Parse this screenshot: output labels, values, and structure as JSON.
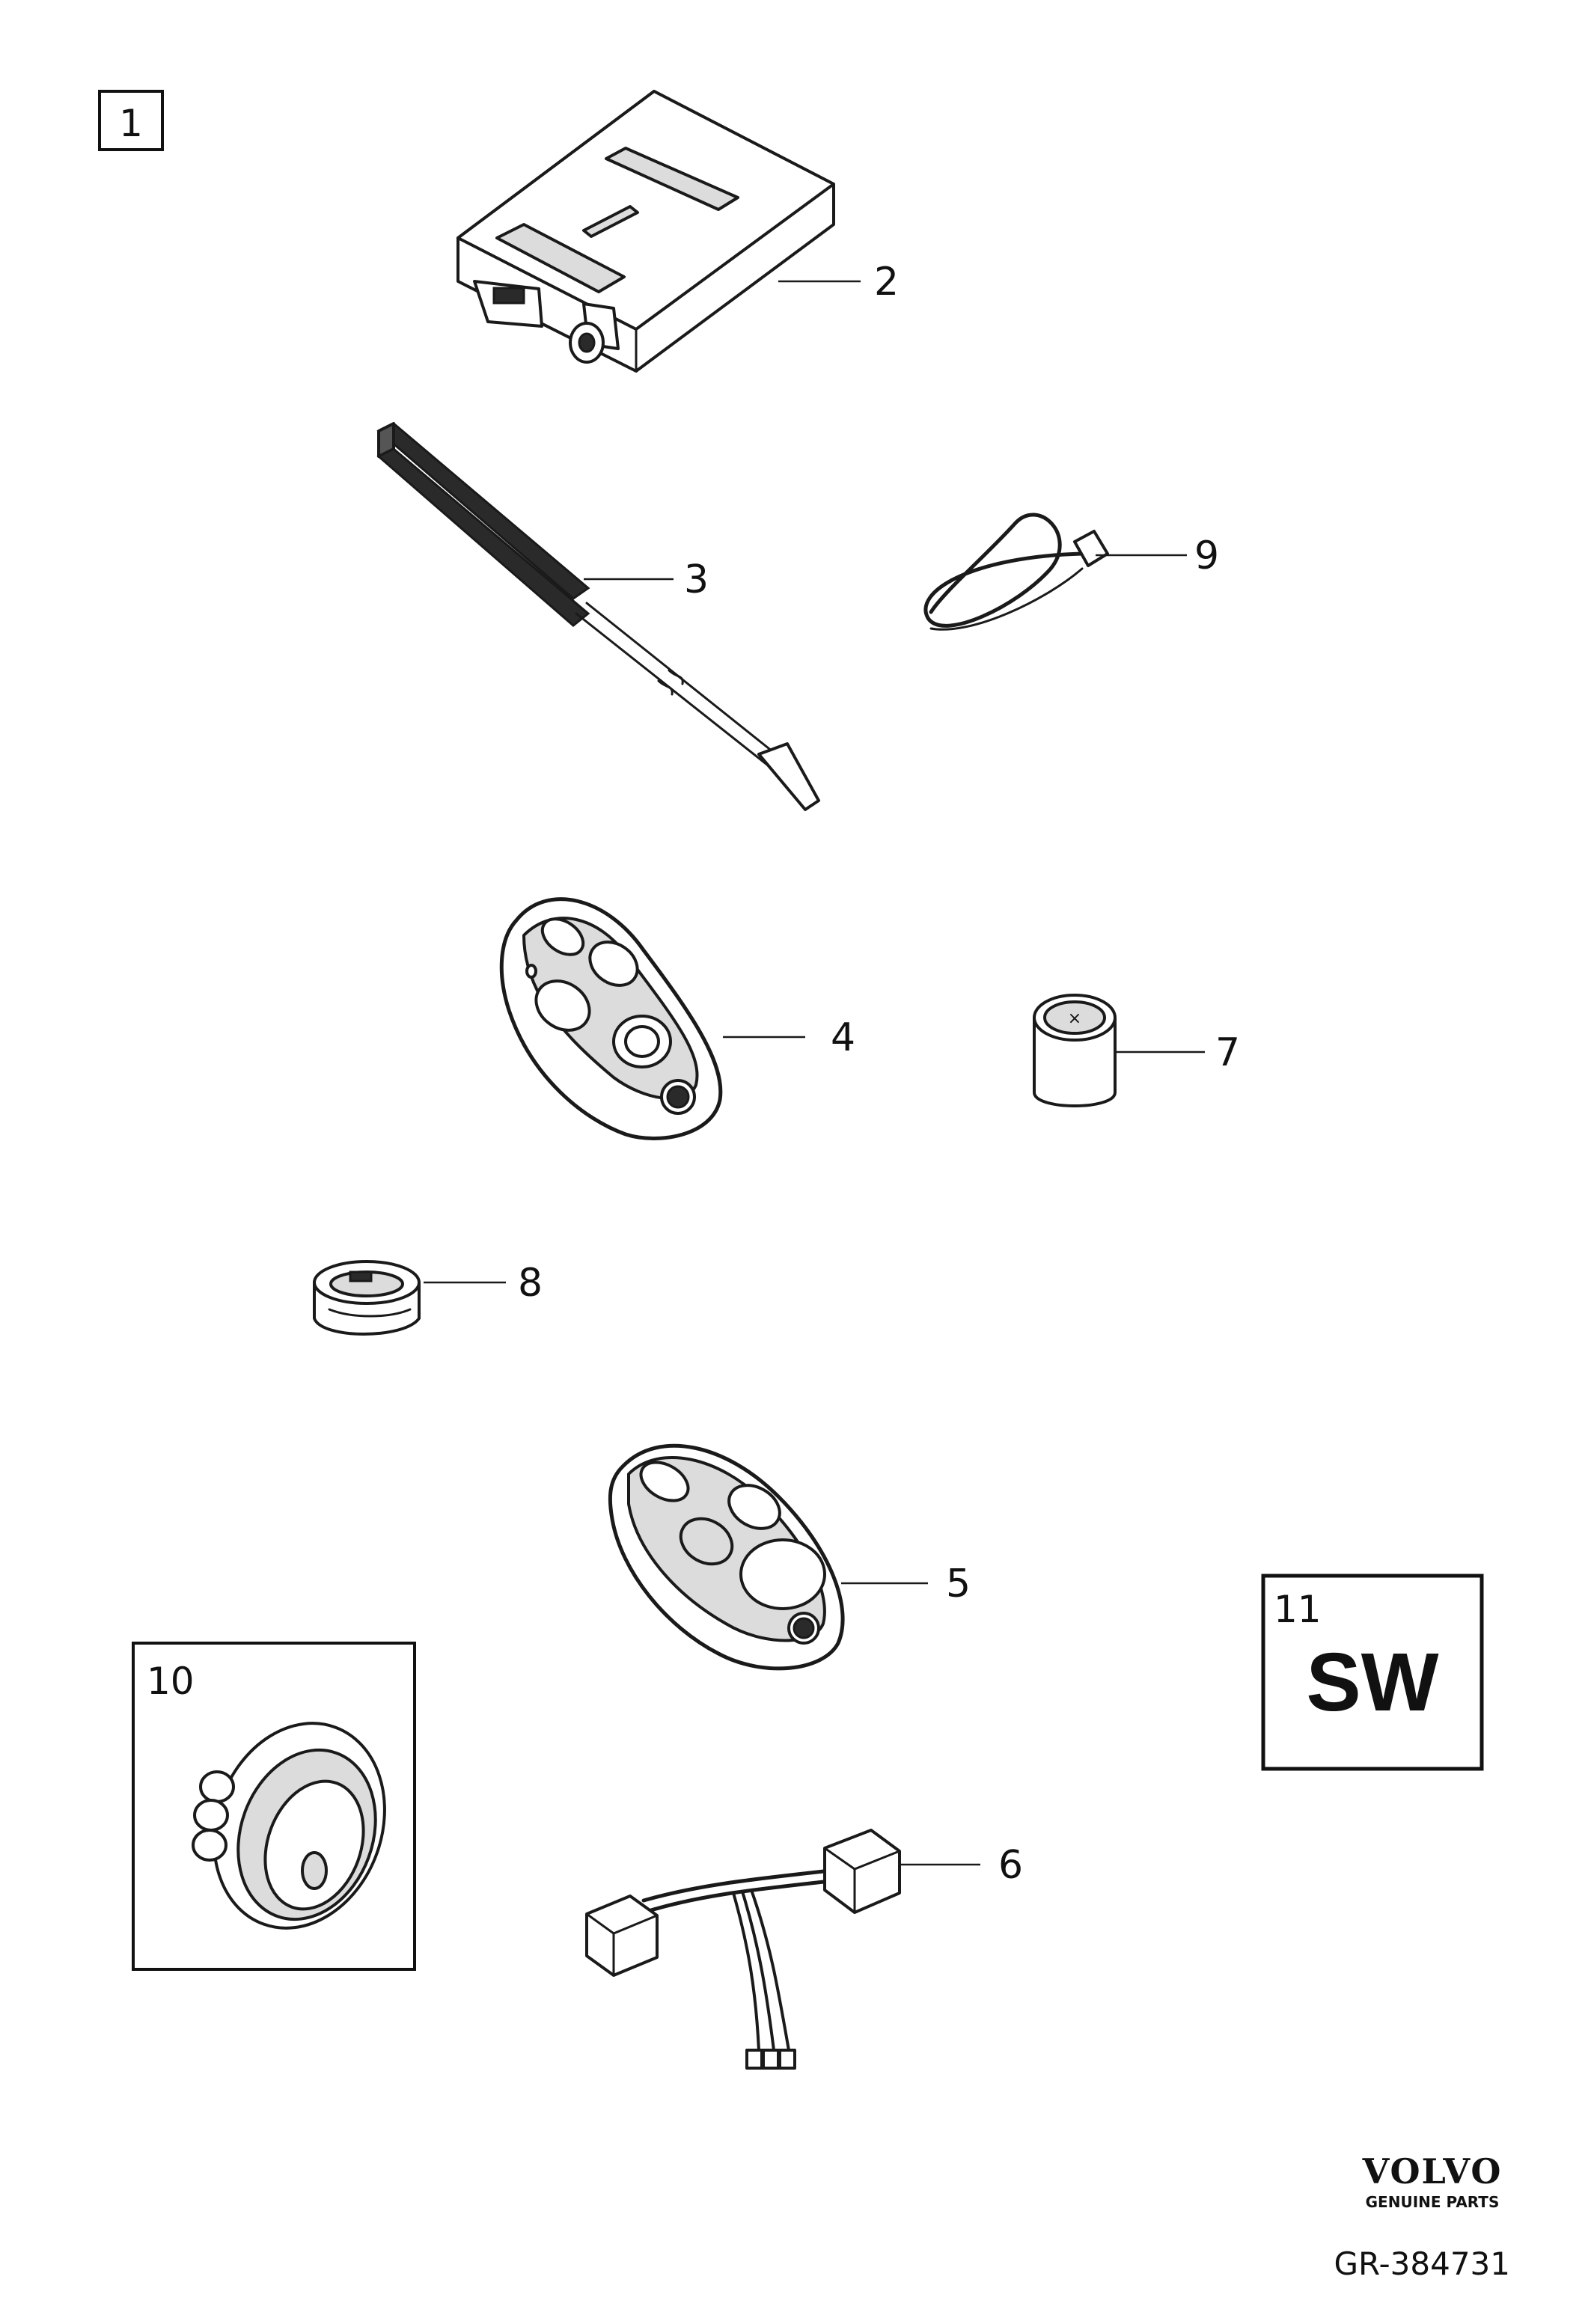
{
  "diagram": {
    "assembly_number": "1",
    "callouts": {
      "p2": "2",
      "p3": "3",
      "p4": "4",
      "p5": "5",
      "p6": "6",
      "p7": "7",
      "p8": "8",
      "p9": "9"
    },
    "boxed_items": {
      "p10": "10",
      "p11": "11",
      "p11_text": "SW"
    }
  },
  "footer": {
    "brand": "VOLVO",
    "brand_sub": "GENUINE PARTS",
    "reference": "GR-384731"
  }
}
